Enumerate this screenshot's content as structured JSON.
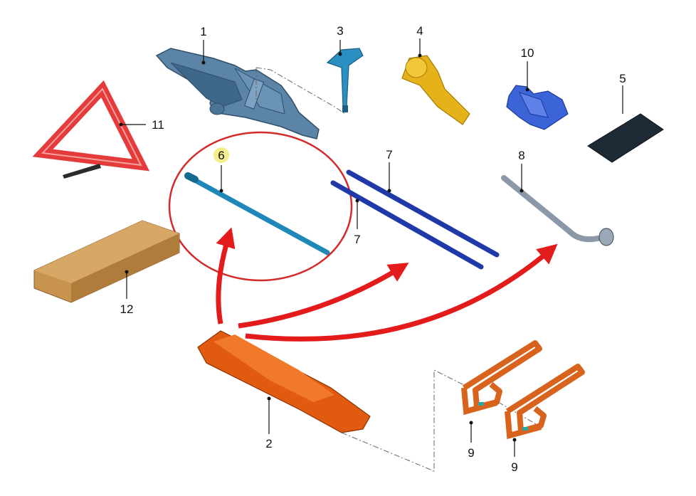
{
  "callouts": {
    "c1": "1",
    "c2": "2",
    "c3": "3",
    "c4": "4",
    "c5": "5",
    "c6": "6",
    "c7a": "7",
    "c7b": "7",
    "c8": "8",
    "c9a": "9",
    "c9b": "9",
    "c10": "10",
    "c11": "11",
    "c12": "12"
  },
  "colors": {
    "jack": "#4f7a9c",
    "jack_dark": "#2f4f6b",
    "wrench_handle": "#2b8fc2",
    "funnel": "#e6b21a",
    "bracket": "#3c64d9",
    "mat": "#1e2a35",
    "rod_6": "#1f88b8",
    "rods_7": "#1f3aa8",
    "lug_wrench": "#8a98a8",
    "triangle": "#e53b3b",
    "foam_block": "#c8934f",
    "tray": "#e05a10",
    "straps": "#d8631c",
    "red_arrows": "#e41b1b",
    "highlight_circle": "#d42a2a",
    "highlight_6": "#f4ef8c"
  }
}
